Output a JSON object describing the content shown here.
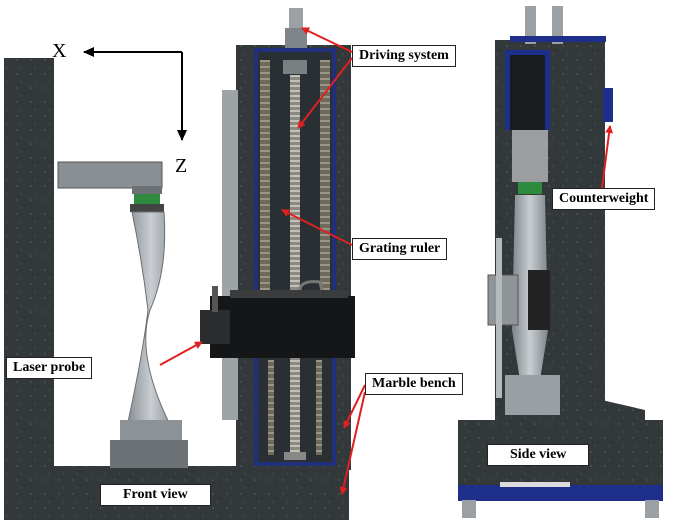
{
  "labels": {
    "driving_system": "Driving system",
    "grating_ruler": "Grating ruler",
    "laser_probe": "Laser probe",
    "marble_bench": "Marble bench",
    "counterweight": "Counterweight",
    "front_view": "Front view",
    "side_view": "Side view"
  },
  "axes": {
    "x": "X",
    "z": "Z"
  },
  "colors": {
    "marble": "#33383a",
    "arrow": "#e02020",
    "metal": "#a8adb2",
    "blue": "#1d2f8a"
  }
}
